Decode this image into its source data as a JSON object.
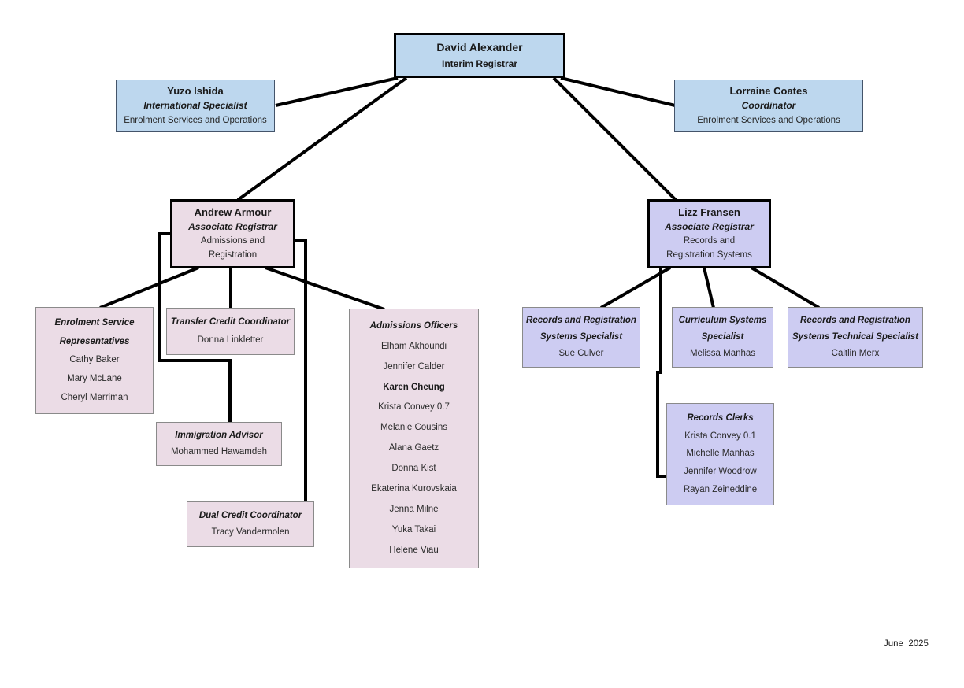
{
  "colors": {
    "top_level_fill": "#BDD7EE",
    "admissions_fill": "#EBDCE6",
    "records_fill": "#CDCCF2",
    "connector": "#000000"
  },
  "footer": {
    "date": "June  2025"
  },
  "nodes": {
    "david": {
      "name": "David Alexander",
      "title": "Interim Registrar"
    },
    "yuzo": {
      "name": "Yuzo Ishida",
      "title": "International Specialist",
      "dept": "Enrolment Services and Operations"
    },
    "lorraine": {
      "name": "Lorraine Coates",
      "title": "Coordinator",
      "dept": "Enrolment Services and Operations"
    },
    "andrew": {
      "name": "Andrew Armour",
      "title": "Associate Registrar",
      "dept_line1": "Admissions and",
      "dept_line2": "Registration"
    },
    "lizz": {
      "name": "Lizz Fransen",
      "title": "Associate Registrar",
      "dept_line1": "Records and",
      "dept_line2": "Registration Systems"
    },
    "esr": {
      "title_line1": "Enrolment Service",
      "title_line2": "Representatives",
      "members": [
        "Cathy Baker",
        "Mary McLane",
        "Cheryl Merriman"
      ]
    },
    "tcc": {
      "title": "Transfer Credit Coordinator",
      "members": [
        "Donna Linkletter"
      ]
    },
    "imm": {
      "title": "Immigration Advisor",
      "members": [
        "Mohammed Hawamdeh"
      ]
    },
    "dcc": {
      "title": "Dual Credit Coordinator",
      "members": [
        "Tracy Vandermolen"
      ]
    },
    "adm": {
      "title": "Admissions Officers",
      "members": [
        "Elham Akhoundi",
        "Jennifer Calder",
        "Karen Cheung",
        "Krista Convey 0.7",
        "Melanie Cousins",
        "Alana Gaetz",
        "Donna Kist",
        "Ekaterina Kurovskaia",
        "Jenna Milne",
        "Yuka Takai",
        "Helene Viau"
      ]
    },
    "rrs": {
      "title_line1": "Records and Registration",
      "title_line2": "Systems Specialist",
      "members": [
        "Sue Culver"
      ]
    },
    "css": {
      "title_line1": "Curriculum Systems",
      "title_line2": "Specialist",
      "members": [
        "Melissa Manhas"
      ]
    },
    "rrts": {
      "title_line1": "Records and Registration",
      "title_line2": "Systems Technical Specialist",
      "members": [
        "Caitlin Merx"
      ]
    },
    "clerks": {
      "title": "Records Clerks",
      "members": [
        "Krista Convey 0.1",
        "Michelle Manhas",
        "Jennifer Woodrow",
        "Rayan Zeineddine"
      ]
    }
  }
}
